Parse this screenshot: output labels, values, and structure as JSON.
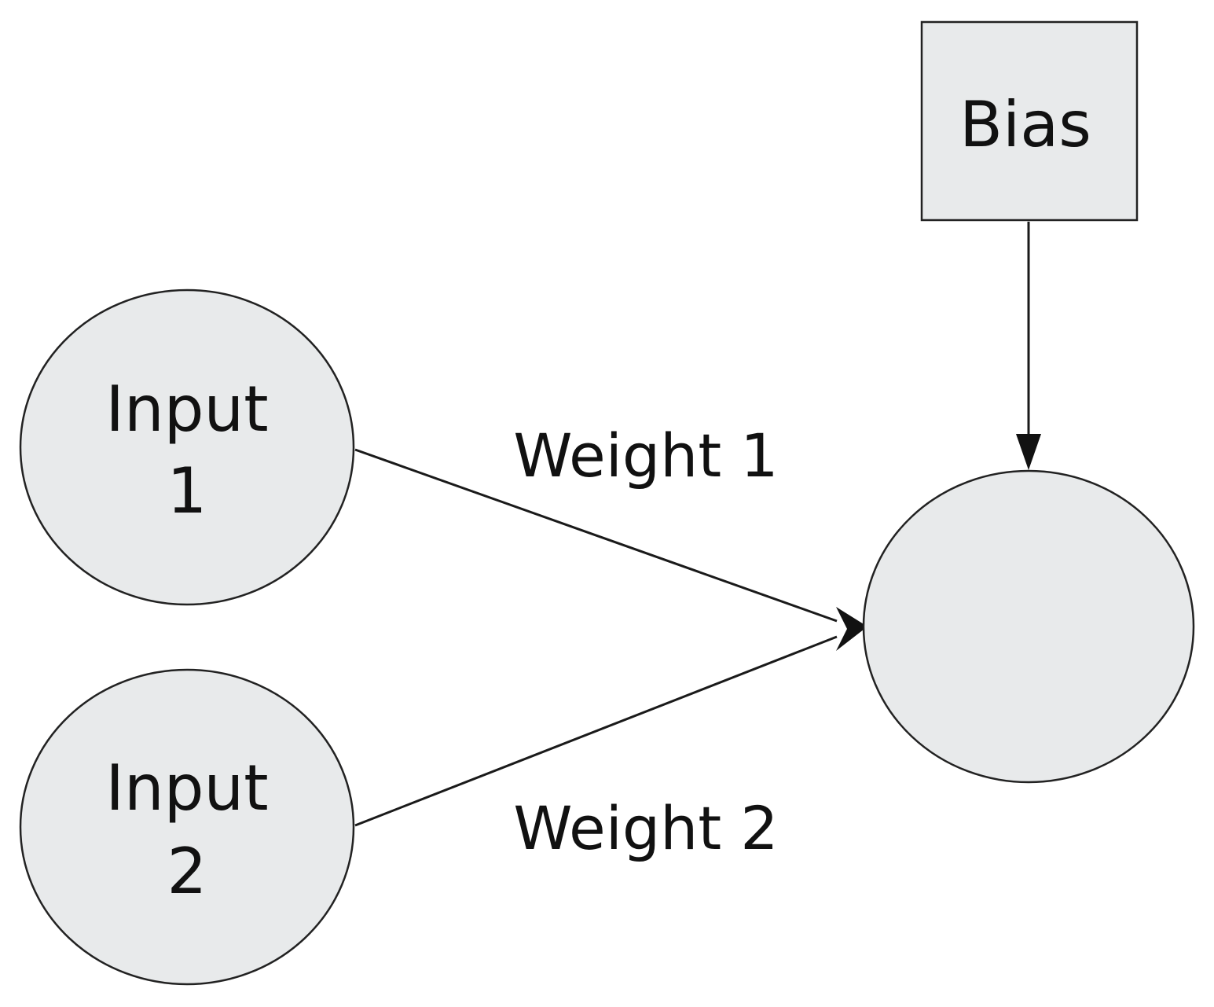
{
  "nodes": {
    "bias": {
      "label": "Bias"
    },
    "input1": {
      "line1": "Input",
      "line2": "1"
    },
    "input2": {
      "line1": "Input",
      "line2": "2"
    },
    "output": {}
  },
  "edges": {
    "weight1": {
      "label": "Weight 1"
    },
    "weight2": {
      "label": "Weight 2"
    }
  },
  "colors": {
    "node_fill": "#e8eaeb",
    "stroke": "#222222",
    "text": "#111111"
  }
}
